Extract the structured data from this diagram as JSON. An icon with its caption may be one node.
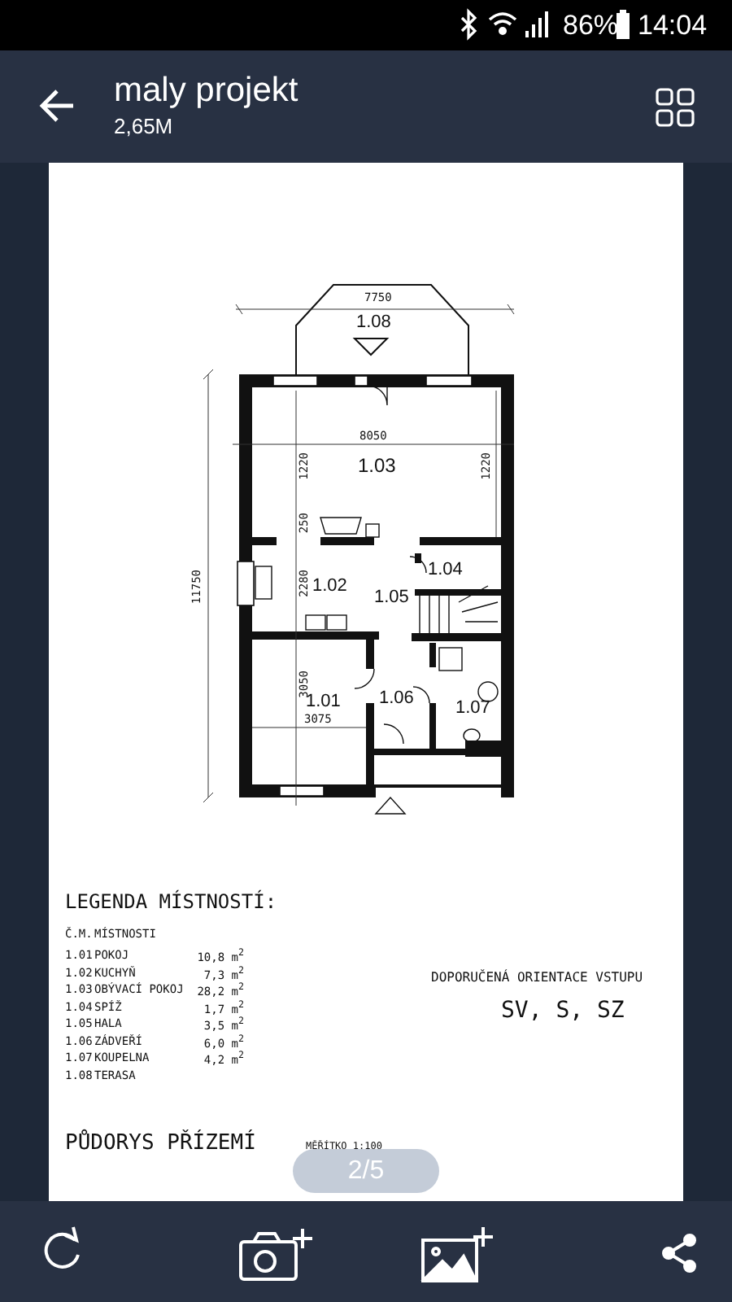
{
  "diagram": {
    "labels": [
      "86%",
      "14:04",
      "maly projekt",
      "2,65M",
      "7750",
      "1.08",
      "8050",
      "1.03",
      "1220",
      "1220",
      "11750",
      "250",
      "1.04",
      "2280",
      "1.02",
      "1.05",
      "3050",
      "1.01",
      "1.06",
      "1.07",
      "3075",
      "LEGENDA MÍSTNOSTÍ:",
      "Č.M.",
      "MÍSTNOSTI",
      "1.01",
      "POKOJ",
      "10,8 m$^{2}$",
      "1.02",
      "KUCHYŇ",
      "7,3 m$^{2}$",
      "1.03",
      "OBÝVACÍ POKOJ",
      "28,2 m$^{2}$",
      "1.04",
      "SPÍŽ",
      "1,7 m$^{2}$",
      "1.05",
      "HALA",
      "3,5 m$^{2}$",
      "1.06",
      "ZÁDVEŘÍ",
      "6,0 m$^{2}$",
      "1.07",
      "KOUPELNA",
      "4,2 m$^{2}$",
      "1.08",
      "TERASA",
      "DOPORUČENÁ ORIENTACE VSTUPU",
      "SV, S, SZ",
      "PŮDORYS PŘÍZEMÍ",
      "MĚŘÍTKO 1:100",
      "2/5"
    ]
  }
}
